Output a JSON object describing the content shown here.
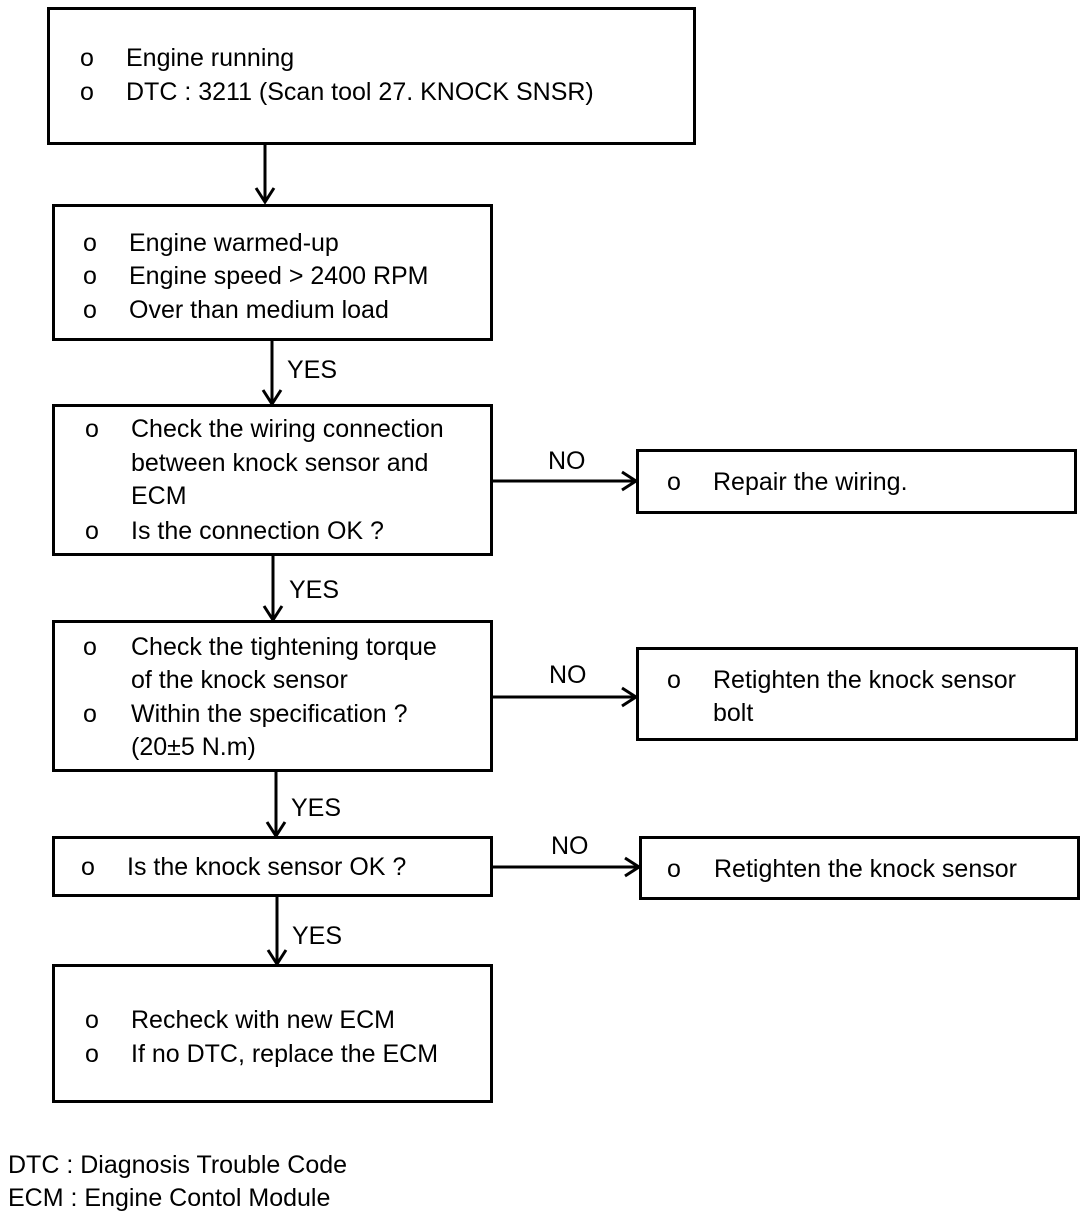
{
  "boxes": {
    "start": {
      "bullet": "o",
      "items": [
        "Engine running",
        "DTC : 3211 (Scan tool 27. KNOCK SNSR)"
      ]
    },
    "conditions": {
      "bullet": "o",
      "items": [
        "Engine warmed-up",
        "Engine speed > 2400 RPM",
        "Over than medium load"
      ]
    },
    "check_wiring": {
      "bullet": "o",
      "items": [
        "Check the wiring connection",
        "between knock sensor and",
        "ECM",
        "Is the connection OK ?"
      ]
    },
    "repair_wiring": {
      "bullet": "o",
      "items": [
        "Repair the wiring."
      ]
    },
    "check_torque": {
      "bullet": "o",
      "items": [
        "Check the tightening torque",
        "of the knock sensor",
        "Within the specification ?",
        "(20±5 N.m)"
      ]
    },
    "retighten_bolt": {
      "bullet": "o",
      "items": [
        "Retighten the knock sensor",
        "bolt"
      ]
    },
    "sensor_ok": {
      "bullet": "o",
      "items": [
        "Is the knock sensor OK ?"
      ]
    },
    "retighten_sensor": {
      "bullet": "o",
      "items": [
        "Retighten the knock sensor"
      ]
    },
    "recheck": {
      "bullet": "o",
      "items": [
        "Recheck with new ECM",
        "If no DTC, replace the ECM"
      ]
    }
  },
  "labels": {
    "yes": "YES",
    "no": "NO"
  },
  "legend": [
    "DTC : Diagnosis Trouble Code",
    "ECM : Engine Contol Module"
  ]
}
